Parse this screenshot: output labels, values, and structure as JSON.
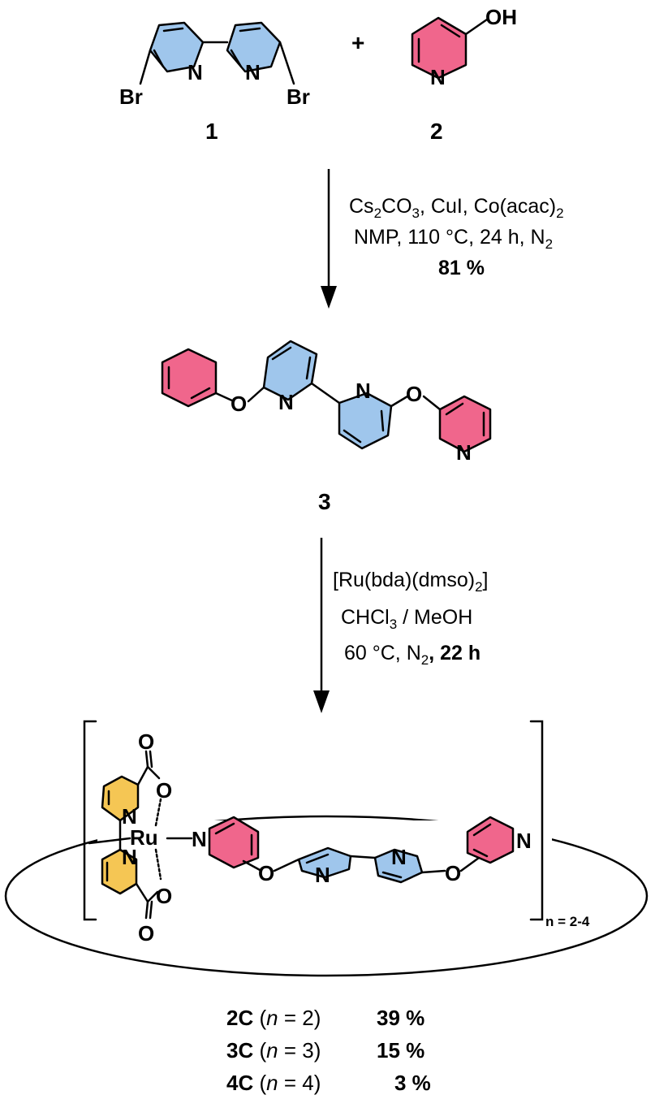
{
  "colors": {
    "bipyridine": "#9fc6ec",
    "pyridyl": "#f0668c",
    "bda_ring": "#f5c654"
  },
  "top": {
    "compound1": {
      "number": "1",
      "br_left": "Br",
      "br_right": "Br",
      "n1": "N",
      "n2": "N"
    },
    "plus": "+",
    "compound2": {
      "number": "2",
      "oh": "OH",
      "n": "N"
    }
  },
  "step1": {
    "line1": {
      "a": "Cs",
      "a_sub": "2",
      "b": "CO",
      "b_sub": "3",
      "c": ", CuI, Co(acac)",
      "c_sub": "2"
    },
    "line2": {
      "a": "NMP,  110 °C, 24 h, N",
      "a_sub": "2"
    },
    "yield": "81 %"
  },
  "compound3": {
    "number": "3",
    "n": "N",
    "o": "O"
  },
  "step2": {
    "line1": {
      "a": "[Ru(bda)(dmso)",
      "a_sub": "2",
      "b": "]"
    },
    "line2": {
      "a": "CHCl",
      "a_sub": "3",
      "b": " / MeOH"
    },
    "line3": {
      "a": "60 °C, N",
      "a_sub": "2",
      "b": ", 22 h"
    }
  },
  "macrocycle": {
    "ru": "Ru",
    "n": "N",
    "o": "O",
    "repeat_label": "n = 2-4"
  },
  "results": [
    {
      "name": "2C",
      "open": " (",
      "var": "n",
      "eq": " = 2)",
      "yield": "39 %"
    },
    {
      "name": "3C",
      "open": " (",
      "var": "n",
      "eq": " = 3)",
      "yield": "15 %"
    },
    {
      "name": "4C",
      "open": " (",
      "var": "n",
      "eq": " = 4)",
      "yield": "3 %"
    }
  ]
}
